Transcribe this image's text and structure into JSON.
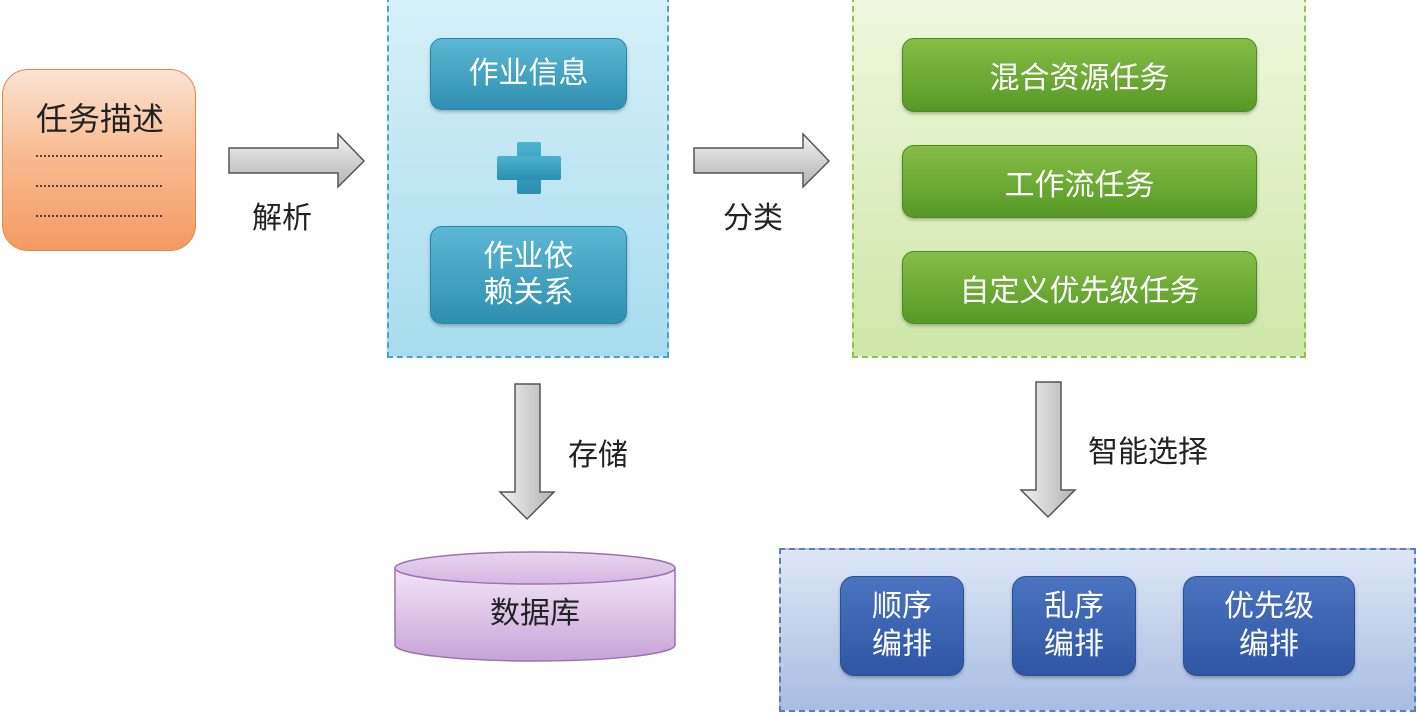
{
  "task": {
    "title": "任务描述",
    "lines": [
      "……………………",
      "……………………",
      "……………………"
    ]
  },
  "job_panel": {
    "job_info": "作业信息",
    "job_dependency_line1": "作业依",
    "job_dependency_line2": "赖关系"
  },
  "task_types": [
    "混合资源任务",
    "工作流任务",
    "自定义优先级任务"
  ],
  "arrange": {
    "sequential": [
      "顺序",
      "编排"
    ],
    "random": [
      "乱序",
      "编排"
    ],
    "priority": [
      "优先级",
      "编排"
    ]
  },
  "labels": {
    "parse": "解析",
    "classify": "分类",
    "store": "存储",
    "smart_select": "智能选择"
  },
  "database": "数据库",
  "colors": {
    "task_fill": "#f8b98e",
    "job_panel": "#a7dcee",
    "task_type_panel": "#cfe7a9",
    "arrange_panel": "#a8bde3",
    "database": "#c9a6d8",
    "arrow": "#b8b8b8"
  }
}
